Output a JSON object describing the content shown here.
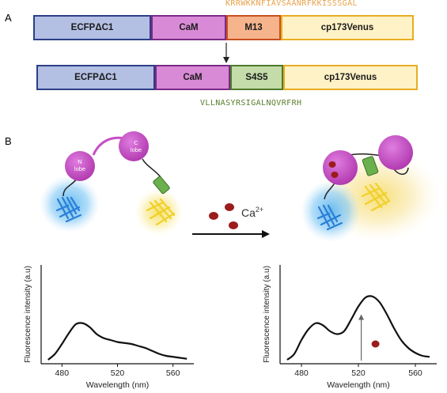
{
  "panel_a": {
    "letter": "A",
    "top_sequence": "KRRWKKNFIAVSAANRFKKISSSGAL",
    "bottom_sequence": "VLLNASYRSIGALNQVRFRH",
    "row1": [
      "ECFPΔC1",
      "CaM",
      "M13",
      "cp173Venus"
    ],
    "row2": [
      "ECFPΔC1",
      "CaM",
      "S4S5",
      "cp173Venus"
    ],
    "colors": {
      "ecfp_fill": "#b3bfe3",
      "ecfp_border": "#2c3f86",
      "cam_fill": "#d98ad6",
      "cam_border": "#7a2a86",
      "m13_fill": "#f6b48d",
      "m13_border": "#c7501f",
      "s4s5_fill": "#c3dca9",
      "s4s5_border": "#4e7a2a",
      "venus_fill": "#fff2c6",
      "venus_border": "#e8ad22",
      "top_seq_color": "#e8a24d",
      "bottom_seq_color": "#5a7d2e"
    }
  },
  "panel_b": {
    "letter": "B",
    "n_lobe": [
      "N",
      "lobe"
    ],
    "c_lobe": [
      "C",
      "lobe"
    ],
    "ion_label": "Ca",
    "ion_charge": "2+",
    "colors": {
      "cam_lobe": "#c74fc4",
      "linker_green": "#6ab04c",
      "cfp_glow": "#5fb6f0",
      "cfp_glyph": "#2a7fd6",
      "yfp_glow": "#f5dd55",
      "yfp_glyph": "#f1d02a",
      "calcium": "#9b1c1c"
    }
  },
  "charts": {
    "y_axis_label": "Fluorescence intensity (a.u)",
    "x_axis_label": "Wavelength (nm)"
  },
  "chart_data": [
    {
      "type": "line",
      "xlabel": "Wavelength (nm)",
      "ylabel": "Fluorescence intensity (a.u)",
      "xlim": [
        465,
        575
      ],
      "ylim": [
        0,
        1
      ],
      "x_ticks": [
        480,
        520,
        560
      ],
      "series": [
        {
          "x": [
            470,
            475,
            480,
            485,
            490,
            495,
            500,
            505,
            510,
            515,
            520,
            525,
            530,
            535,
            540,
            545,
            550,
            555,
            560,
            565,
            570
          ],
          "values": [
            0.04,
            0.1,
            0.2,
            0.31,
            0.4,
            0.41,
            0.37,
            0.3,
            0.26,
            0.24,
            0.22,
            0.21,
            0.2,
            0.18,
            0.16,
            0.13,
            0.1,
            0.08,
            0.07,
            0.06,
            0.05
          ]
        }
      ]
    },
    {
      "type": "line",
      "xlabel": "Wavelength (nm)",
      "ylabel": "Fluorescence intensity (a.u)",
      "xlim": [
        465,
        575
      ],
      "ylim": [
        0,
        1
      ],
      "x_ticks": [
        480,
        520,
        560
      ],
      "series": [
        {
          "x": [
            470,
            475,
            480,
            485,
            490,
            495,
            500,
            505,
            510,
            515,
            520,
            525,
            530,
            535,
            540,
            545,
            550,
            555,
            560,
            565,
            570
          ],
          "values": [
            0.04,
            0.1,
            0.24,
            0.35,
            0.41,
            0.39,
            0.33,
            0.3,
            0.33,
            0.45,
            0.58,
            0.67,
            0.68,
            0.62,
            0.5,
            0.36,
            0.24,
            0.16,
            0.11,
            0.08,
            0.07
          ]
        }
      ]
    }
  ]
}
